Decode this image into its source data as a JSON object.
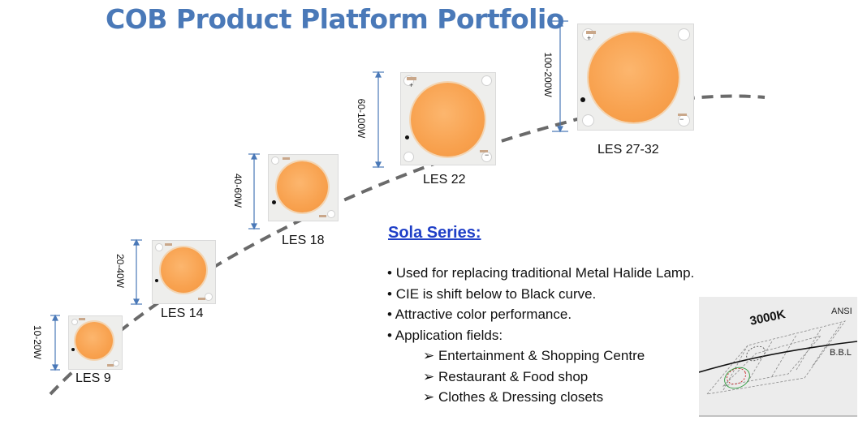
{
  "title": "COB Product Platform Portfolio",
  "chips": [
    {
      "label": "LES 9",
      "range": "10-20W"
    },
    {
      "label": "LES 14",
      "range": "20-40W"
    },
    {
      "label": "LES 18",
      "range": "40-60W"
    },
    {
      "label": "LES 22",
      "range": "60-100W"
    },
    {
      "label": "LES 27-32",
      "range": "100-200W"
    }
  ],
  "series": {
    "title": "Sola Series:",
    "bullets": [
      "Used for replacing traditional Metal Halide Lamp.",
      "CIE is shift below to Black curve.",
      "Attractive color performance.",
      "Application fields:"
    ],
    "applications": [
      "Entertainment & Shopping Centre",
      "Restaurant & Food shop",
      "Clothes & Dressing closets"
    ]
  },
  "inset": {
    "cct_label": "3000K",
    "ansi_label": "ANSI",
    "bbl_label": "B.B.L"
  },
  "colors": {
    "title": "#4a79b8",
    "series_title": "#1f3fc7",
    "led": "#f8a14e",
    "dimension": "#4a79b8",
    "curve": "#6a6a6a"
  }
}
